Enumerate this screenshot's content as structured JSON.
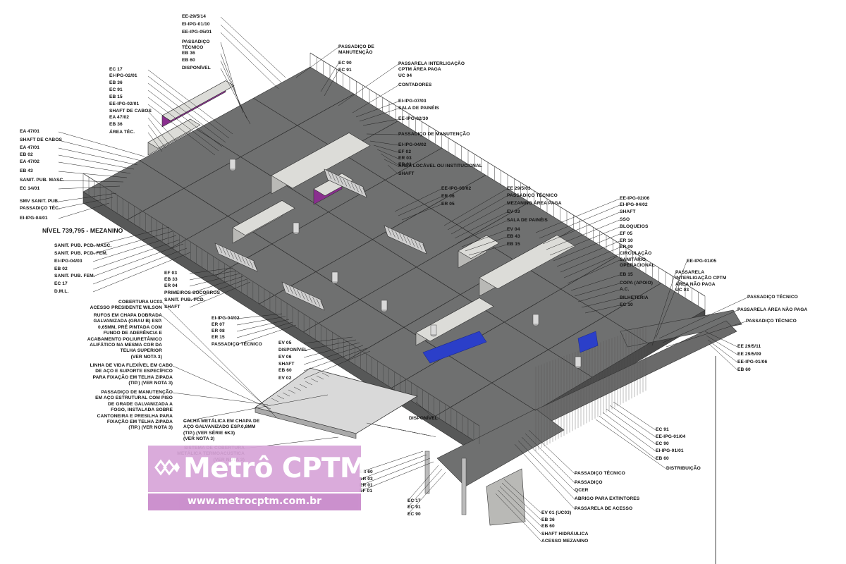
{
  "diagram": {
    "level_label": "NÍVEL 739,795 - MEZANINO",
    "labels_left": [
      "EE-29/5/14",
      "EI-IPG-01/10",
      "EE-IPG-05/01",
      "PASSADIÇO\nTÉCNICO",
      "EB 36",
      "EB 60",
      "DISPONÍVEL",
      "EC 17",
      "EI-IPG-02/01",
      "EB 36",
      "EC 91",
      "EB 15",
      "EE-IPG-02/01",
      "SHAFT DE CABOS",
      "EA 47/02",
      "EB 36",
      "ÁREA TÉC.",
      "EA 47/01",
      "SHAFT DE CABOS",
      "EA 47/01",
      "EB 02",
      "EA 47/02",
      "EB 43",
      "SANIT. PUB. MASC.",
      "EC 14/01",
      "SMV SANIT. PUB.",
      "PASSADIÇO TÉC.",
      "EI-IPG-04/01",
      "SANIT. PUB. PCD. MASC.",
      "SANIT. PUB. PCD. FEM.",
      "EI-IPG-04/03",
      "EB 02",
      "SANIT. PUB. FEM.",
      "EC 17",
      "D.M.L."
    ],
    "labels_center": [
      "EF 03",
      "EB 33",
      "ER 04",
      "PRIMEIROS SOCORROS",
      "SANIT. PUB. PCD.",
      "SHAFT",
      "EI-IPG-04/02",
      "ER 07",
      "ER 08",
      "ER 15",
      "PASSADIÇO TÉCNICO",
      "EV 05",
      "DISPONÍVEL",
      "EV 06",
      "SHAFT",
      "EB 60",
      "EV 02",
      "DISPONÍVEL"
    ],
    "labels_notes": [
      "COBERTURA UC03\nACESSO PRESIDENTE WILSON",
      "RUFOS EM CHAPA DOBRADA\nGALVANIZADA (GRAU B) ESP.\n0,65MM, PRÉ PINTADA COM\nFUNDO DE ADERÊNCIA E\nACABAMENTO POLIURETÂNICO\nALIFÁTICO NA MESMA COR DA\nTELHA SUPERIOR\n(VER NOTA 3)",
      "LINHA DE VIDA FLEXÍVEL EM CABO\nDE AÇO E SUPORTE ESPECÍFICO\nPARA FIXAÇÃO EM TELHA ZIPADA\n(TIP.) (VER NOTA 3)",
      "PASSADIÇO DE MANUTENÇÃO\nEM AÇO ESTRUTURAL COM PISO\nDE GRADE GALVANIZADA A\nFOGO, INSTALADA SOBRE\nCANTONEIRA E PRESILHA PARA\nFIXAÇÃO EM TELHA ZIPADA\n(TIP.) (VER NOTA 3)",
      "CALHA METÁLICA EM CHAPA DE\nAÇO GALVANIZADO ESP.0,8MM\n(TIP.) (VER SÉRIE 6K3)\n(VER NOTA 3)",
      "SISTEMA DE COBERTURA\nMETÁLICA TERMOACÚSTICA\n(VER NOTA 3)"
    ],
    "labels_top": [
      "PASSADIÇO DE\nMANUTENÇÃO",
      "EC 90",
      "EC 91",
      "PASSARELA INTERLIGAÇÃO\nCPTM ÁREA PAGA\nUC 04",
      "CONTADORES",
      "EI-IPG-07/03",
      "SALA DE PAINÉIS",
      "EE-IPG-02/30",
      "PASSADIÇO DE MANUTENÇÃO",
      "EI-IPG-04/02",
      "EF 02",
      "ER 03",
      "ER 03",
      "ÁREA LOCÁVEL OU INSTITUCIONAL",
      "SHAFT"
    ],
    "labels_midright": [
      "EE-IPG-05/02",
      "ER 06",
      "ER 05",
      "EE 29/5/03",
      "PASSADIÇO TÉCNICO",
      "MEZANINO ÁREA PAGA",
      "EV 03",
      "SALA DE PAINÉIS",
      "EV 04",
      "EB 43",
      "EB 15"
    ],
    "labels_right": [
      "EE-IPG-02/06",
      "EI-IPG-04/02",
      "SHAFT",
      "SSO",
      "BLOQUEIOS",
      "EF 05",
      "ER 10",
      "ER 09",
      "CIRCULAÇÃO",
      "SANITÁRIO\nOPERACIONAL",
      "EB 15",
      "COPA (APOIO)",
      "A.C.",
      "BILHETERIA",
      "EC 10",
      "EE-IPG-01/05",
      "PASSARELA\nINTERLIGAÇÃO CPTM\nÁREA NÃO PAGA\nUC 03",
      "PASSADIÇO TÉCNICO",
      "PASSARELA ÁREA NÃO PAGA",
      "PASSADIÇO TÉCNICO",
      "EE 29/5/11",
      "EE 29/5/09",
      "EE-IPG-01/06",
      "EB 60"
    ],
    "labels_bottom": [
      "EC 91",
      "EE-IPG-01/04",
      "EC 90",
      "EI-IPG-01/01",
      "EB 60",
      "DISTRIBUIÇÃO",
      "PASSADIÇO TÉCNICO",
      "PASSADIÇO",
      "QCER",
      "ABRIGO PARA EXTINTORES",
      "PASSARELA DE ACESSO",
      "EV 01 (UC03)",
      "EB 36",
      "EB 60",
      "SHAFT HIDRÁULICA",
      "ACESSO MEZANINO",
      "EB 60",
      "ER 03",
      "ER 01",
      "EF 01",
      "EC 17",
      "EC 91",
      "EC 90"
    ],
    "colors": {
      "floor": "#6f7070",
      "floor_dark": "#575858",
      "wall": "#b9b9b6",
      "wall_light": "#dcdcd8",
      "accent_purple": "#8a2f8f",
      "accent_blue": "#2b3fc9",
      "railing": "#444444",
      "roof": "#d9d9d9"
    }
  },
  "watermark": {
    "logo_icon": "metro-cptm-logo-icon",
    "brand": "Metrô CPTM",
    "url": "www.metrocptm.com.br"
  }
}
